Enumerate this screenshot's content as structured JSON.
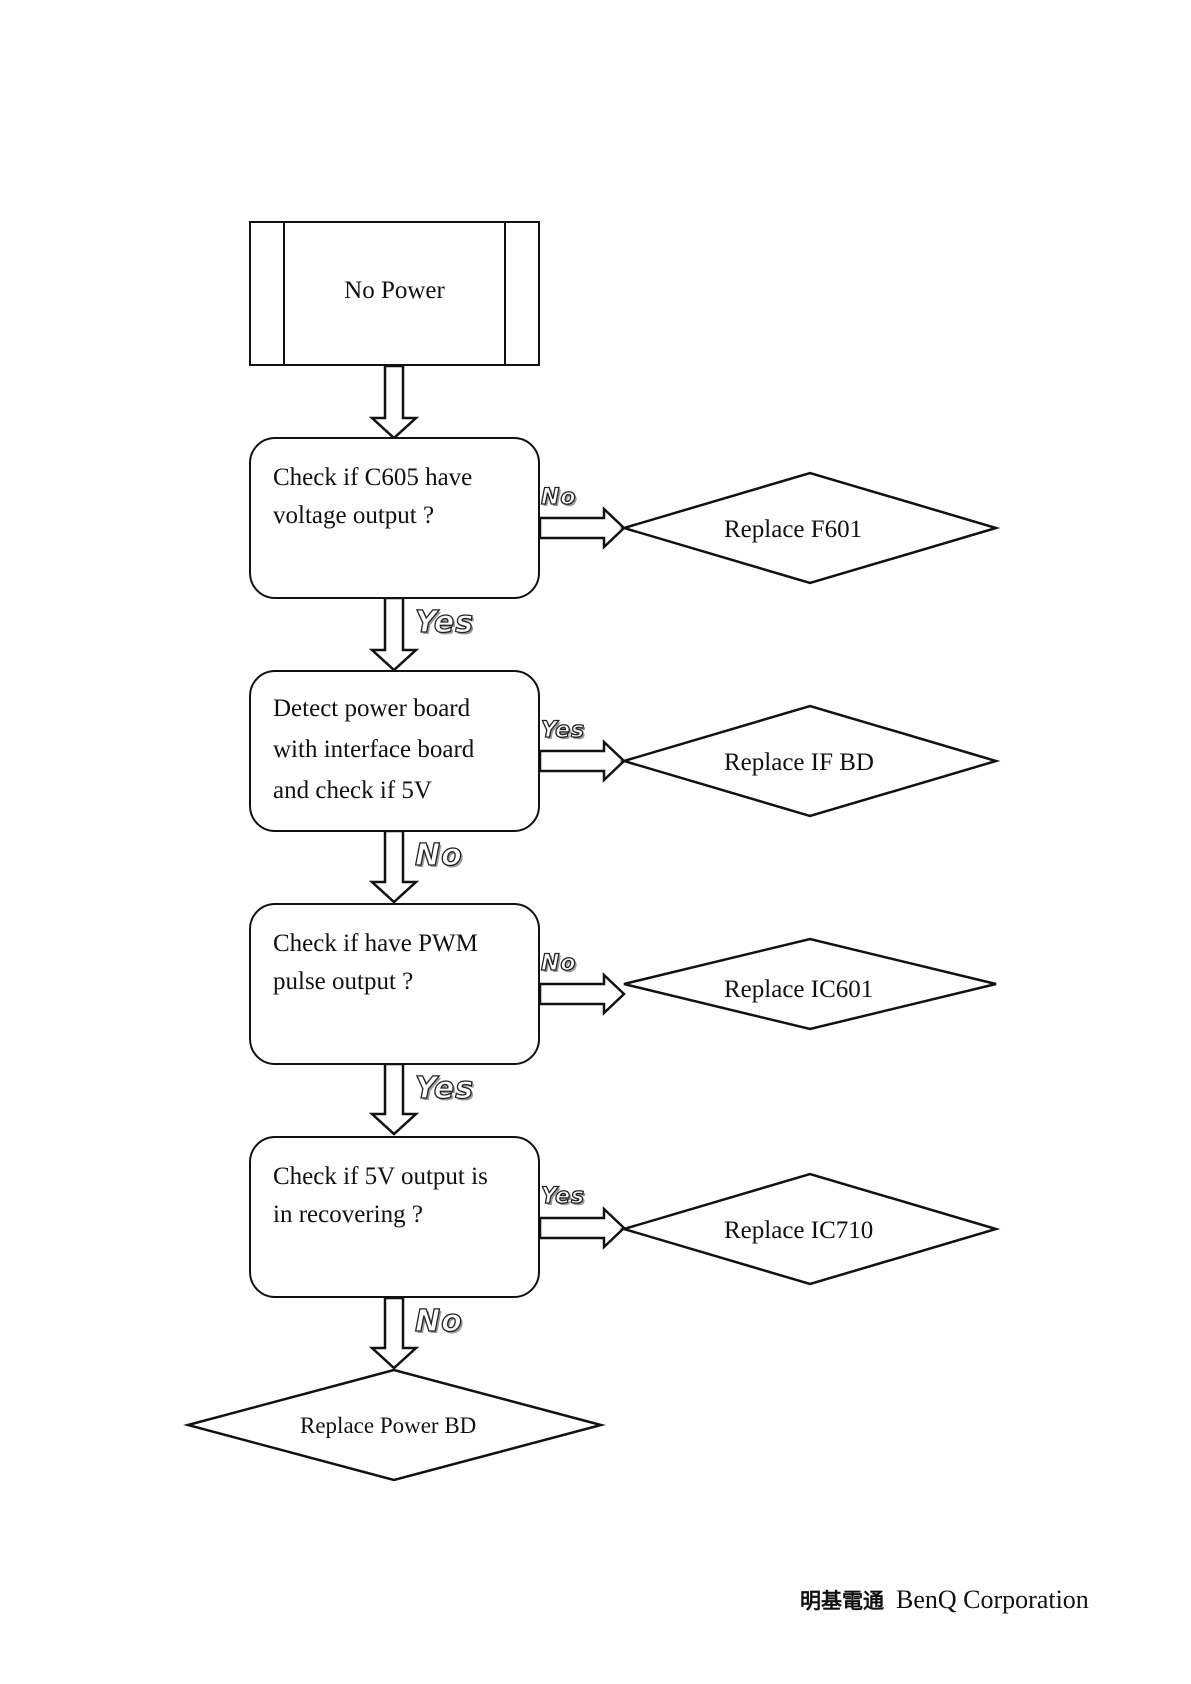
{
  "start": {
    "label": "No Power"
  },
  "steps": [
    {
      "text": [
        "Check if C605 have",
        "voltage output ?"
      ]
    },
    {
      "text": [
        "Detect power board",
        "with interface board",
        "and check if 5V"
      ]
    },
    {
      "text": [
        "Check if have PWM",
        "pulse output ?"
      ]
    },
    {
      "text": [
        "Check if 5V output is",
        "in recovering ?"
      ]
    }
  ],
  "actions": [
    {
      "label": "Replace F601"
    },
    {
      "label": "Replace IF BD"
    },
    {
      "label": "Replace IC601"
    },
    {
      "label": "Replace IC710"
    },
    {
      "label": "Replace Power BD"
    }
  ],
  "branch_labels": {
    "side_1": "No",
    "down_1": "Yes",
    "side_2": "Yes",
    "down_2": "No",
    "side_3": "No",
    "down_3": "Yes",
    "side_4": "Yes",
    "down_4": "No"
  },
  "footer": {
    "company_cn": "明基電通",
    "company_en": "BenQ Corporation"
  }
}
